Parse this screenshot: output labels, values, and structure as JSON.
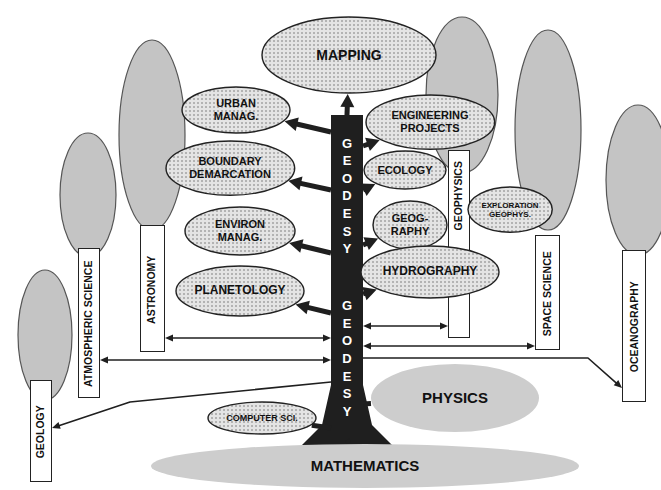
{
  "diagram": {
    "nodes": [
      {
        "text": [
          "MAPPING"
        ]
      },
      {
        "text": [
          "URBAN MANAG."
        ]
      },
      {
        "text": [
          "ENGINEERING PROJECTS"
        ]
      },
      {
        "text": [
          "BOUNDARY DEMARCATION"
        ]
      },
      {
        "text": [
          "ECOLOGY"
        ]
      },
      {
        "text": [
          "GEOPHYSICS"
        ]
      },
      {
        "text": [
          "ENVIRON MANAG."
        ]
      },
      {
        "text": [
          "GEOG- RAPHY"
        ]
      },
      {
        "text": [
          "EXPLORATION GEOPHYS."
        ]
      },
      {
        "text": [
          "PLANETOLOGY"
        ]
      },
      {
        "text": [
          "HYDROGRAPHY"
        ]
      },
      {
        "text": [
          "GEODESY",
          "GEODESY"
        ]
      },
      {
        "text": [
          "ASTRONOMY"
        ]
      },
      {
        "text": [
          "ATMOSPHERIC SCIENCE"
        ]
      },
      {
        "text": [
          "GEOLOGY"
        ]
      },
      {
        "text": [
          "SPACE SCIENCE"
        ]
      },
      {
        "text": [
          "OCEANOGRAPHY"
        ]
      },
      {
        "text": [
          "COMPUTER SCI."
        ]
      },
      {
        "text": [
          "PHYSICS"
        ]
      },
      {
        "text": [
          "MATHEMATICS"
        ]
      }
    ],
    "edges": [
      {
        "from": 11,
        "to": 0,
        "arrow": "to"
      },
      {
        "from": 11,
        "to": 1,
        "arrow": "to"
      },
      {
        "from": 11,
        "to": 2,
        "arrow": "to"
      },
      {
        "from": 11,
        "to": 3,
        "arrow": "to"
      },
      {
        "from": 11,
        "to": 4,
        "arrow": "to"
      },
      {
        "from": 11,
        "to": 6,
        "arrow": "to"
      },
      {
        "from": 11,
        "to": 7,
        "arrow": "to"
      },
      {
        "from": 11,
        "to": 9,
        "arrow": "to"
      },
      {
        "from": 11,
        "to": 10,
        "arrow": "to"
      },
      {
        "from": 11,
        "to": 12,
        "arrow": "both"
      },
      {
        "from": 11,
        "to": 13,
        "arrow": "both"
      },
      {
        "from": 11,
        "to": 14,
        "arrow": "to"
      },
      {
        "from": 11,
        "to": 5,
        "arrow": "both"
      },
      {
        "from": 11,
        "to": 15,
        "arrow": "both"
      },
      {
        "from": 11,
        "to": 16,
        "arrow": "to"
      },
      {
        "from": 11,
        "to": 17,
        "arrow": "none"
      },
      {
        "from": 11,
        "to": 18,
        "arrow": "none"
      },
      {
        "from": 11,
        "to": 19,
        "arrow": "none"
      }
    ]
  }
}
